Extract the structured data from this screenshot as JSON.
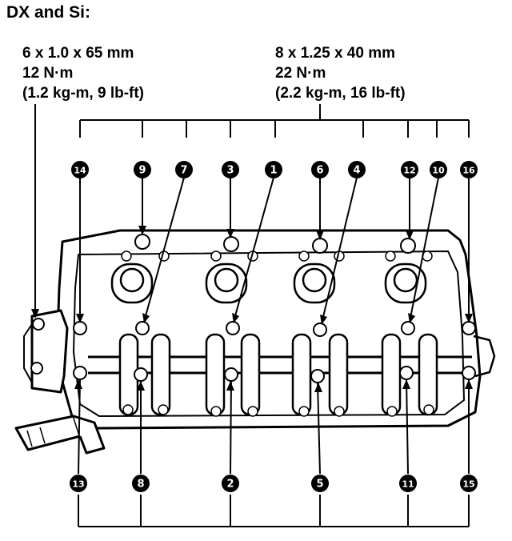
{
  "heading": "DX and Si:",
  "spec_left": {
    "size": "6 x 1.0 x 65 mm",
    "torque_nm": "12 N·m",
    "torque_alt": "(1.2 kg-m, 9 lb-ft)"
  },
  "spec_right": {
    "size": "8 x 1.25 x 40 mm",
    "torque_nm": "22 N·m",
    "torque_alt": "(2.2 kg-m, 16 lb-ft)"
  },
  "bolts": {
    "top": [
      "14",
      "9",
      "7",
      "3",
      "1",
      "6",
      "4",
      "12",
      "10",
      "16"
    ],
    "bottom": [
      "13",
      "8",
      "2",
      "5",
      "11",
      "15"
    ]
  }
}
